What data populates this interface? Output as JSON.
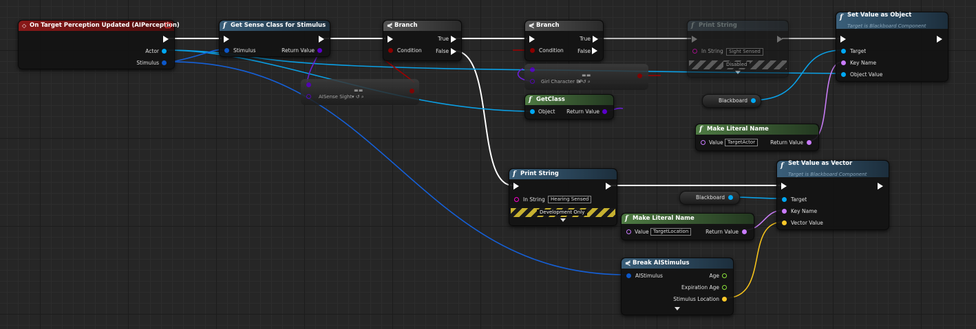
{
  "colors": {
    "exec": "#ffffff",
    "object": "#00a8f4",
    "struct": "#0c57c9",
    "class": "#5a00c9",
    "name": "#c97bff",
    "bool": "#8a0000",
    "float": "#8ce33b",
    "vector": "#fcc829",
    "string": "#ff00d4"
  },
  "nodes": {
    "event": {
      "title": "On Target Perception Updated (AIPerception)",
      "pin_actor": "Actor",
      "pin_stimulus": "Stimulus",
      "icon": "event-diamond-icon"
    },
    "get_sense": {
      "title": "Get Sense Class for Stimulus",
      "pin_stimulus": "Stimulus",
      "pin_return": "Return Value",
      "icon": "function-icon"
    },
    "branch1": {
      "title": "Branch",
      "pin_condition": "Condition",
      "pin_true": "True",
      "pin_false": "False",
      "icon": "branch-icon"
    },
    "branch2": {
      "title": "Branch",
      "pin_condition": "Condition",
      "pin_true": "True",
      "pin_false": "False",
      "icon": "branch-icon"
    },
    "print_disabled": {
      "title": "Print String",
      "pin_in": "In String",
      "value": "Sight Sensed",
      "status": "Disabled",
      "icon": "function-icon"
    },
    "set_obj": {
      "title": "Set Value as Object",
      "subtitle": "Target is Blackboard Component",
      "pin_target": "Target",
      "pin_key": "Key Name",
      "pin_value": "Object Value",
      "icon": "function-icon"
    },
    "sight_literal": {
      "value": "AISense Sight"
    },
    "girl_literal": {
      "value": "Girl Character BP"
    },
    "get_class": {
      "title": "GetClass",
      "pin_object": "Object",
      "pin_return": "Return Value",
      "icon": "function-icon"
    },
    "blackboard1": {
      "label": "Blackboard"
    },
    "make_name1": {
      "title": "Make Literal Name",
      "pin_value": "Value",
      "value": "TargetActor",
      "pin_return": "Return Value",
      "icon": "function-icon"
    },
    "print_dev": {
      "title": "Print String",
      "pin_in": "In String",
      "value": "Hearing Sensed",
      "status": "Development Only",
      "icon": "function-icon"
    },
    "blackboard2": {
      "label": "Blackboard"
    },
    "make_name2": {
      "title": "Make Literal Name",
      "pin_value": "Value",
      "value": "TargetLocation",
      "pin_return": "Return Value",
      "icon": "function-icon"
    },
    "set_vec": {
      "title": "Set Value as Vector",
      "subtitle": "Target is Blackboard Component",
      "pin_target": "Target",
      "pin_key": "Key Name",
      "pin_value": "Vector Value",
      "icon": "function-icon"
    },
    "break": {
      "title": "Break AIStimulus",
      "pin_in": "AIStimulus",
      "pin_age": "Age",
      "pin_exp": "Expiration Age",
      "pin_loc": "Stimulus Location",
      "icon": "break-icon"
    }
  }
}
